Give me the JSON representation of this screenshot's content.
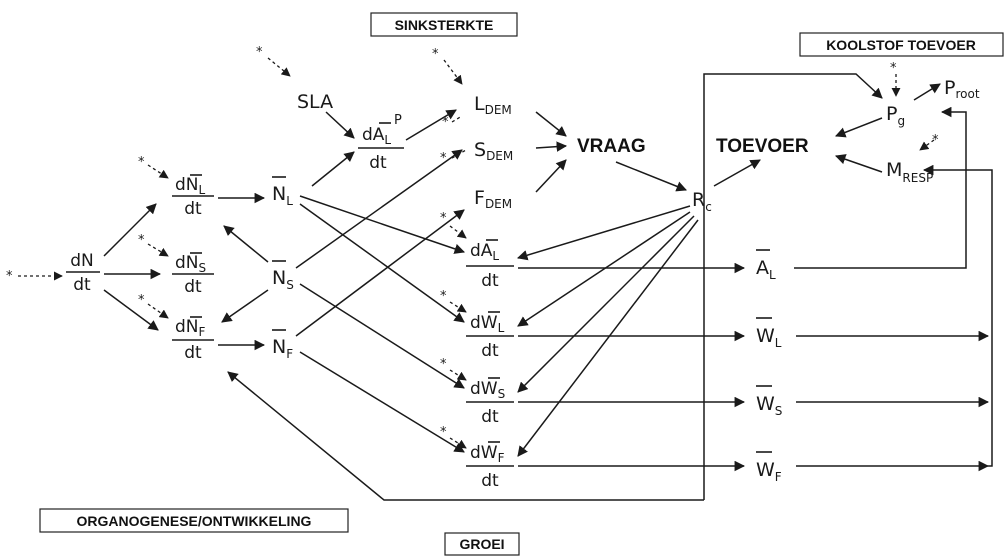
{
  "labels": {
    "sinksterkte": "SINKSTERKTE",
    "koolstof_toevoer": "KOOLSTOF TOEVOER",
    "organogenese": "ORGANOGENESE/ONTWIKKELING",
    "groei": "GROEI",
    "vraag": "VRAAG",
    "toevoer": "TOEVOER"
  },
  "vars": {
    "dN_num": "dN",
    "dt": "dt",
    "star": "*",
    "sla": "SLA",
    "dNL_num": "dN",
    "dNL_sub": "L",
    "dNS_num": "dN",
    "dNS_sub": "S",
    "dNF_num": "dN",
    "dNF_sub": "F",
    "NL": "N",
    "NL_sub": "L",
    "NS": "N",
    "NS_sub": "S",
    "NF": "N",
    "NF_sub": "F",
    "dALP_num": "dA",
    "dALP_sub": "L",
    "dALP_sup": "P",
    "LDEM": "L",
    "LDEM_sub": "DEM",
    "SDEM": "S",
    "SDEM_sub": "DEM",
    "FDEM": "F",
    "FDEM_sub": "DEM",
    "Rc": "R",
    "Rc_sub": "c",
    "Pg": "P",
    "Pg_sub": "g",
    "Proot": "P",
    "Proot_sub": "root",
    "MRESP": "M",
    "MRESP_sub": "RESP",
    "dAL_num": "dA",
    "dAL_sub": "L",
    "dWL_num": "dW",
    "dWL_sub": "L",
    "dWS_num": "dW",
    "dWS_sub": "S",
    "dWF_num": "dW",
    "dWF_sub": "F",
    "AL": "A",
    "AL_sub": "L",
    "WL": "W",
    "WL_sub": "L",
    "WS": "W",
    "WS_sub": "S",
    "WF": "W",
    "WF_sub": "F"
  }
}
